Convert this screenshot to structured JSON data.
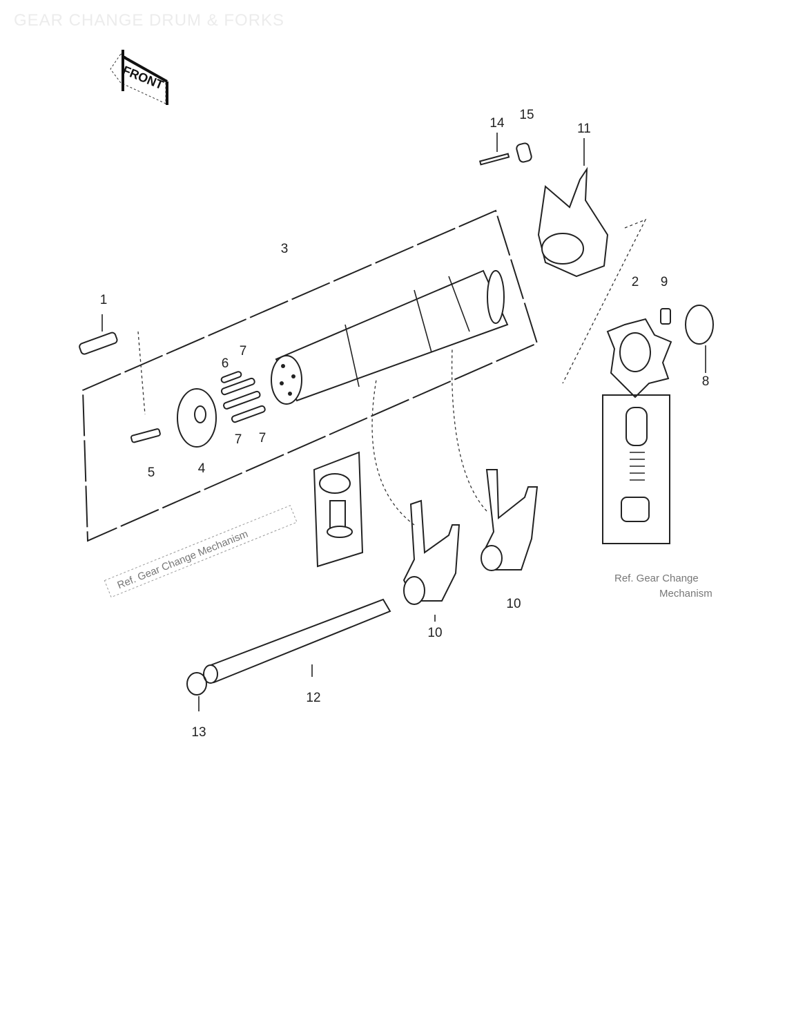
{
  "title": "GEAR CHANGE DRUM & FORKS",
  "front_badge": "FRONT",
  "part_labels": {
    "p1": "1",
    "p2": "2",
    "p3": "3",
    "p4": "4",
    "p5": "5",
    "p6": "6",
    "p7a": "7",
    "p7b": "7",
    "p7c": "7",
    "p8": "8",
    "p9": "9",
    "p10a": "10",
    "p10b": "10",
    "p11": "11",
    "p12": "12",
    "p13": "13",
    "p14": "14",
    "p15": "15"
  },
  "references": {
    "left": "Ref. Gear Change Mechanism",
    "right_line1": "Ref. Gear Change",
    "right_line2": "Mechanism"
  }
}
